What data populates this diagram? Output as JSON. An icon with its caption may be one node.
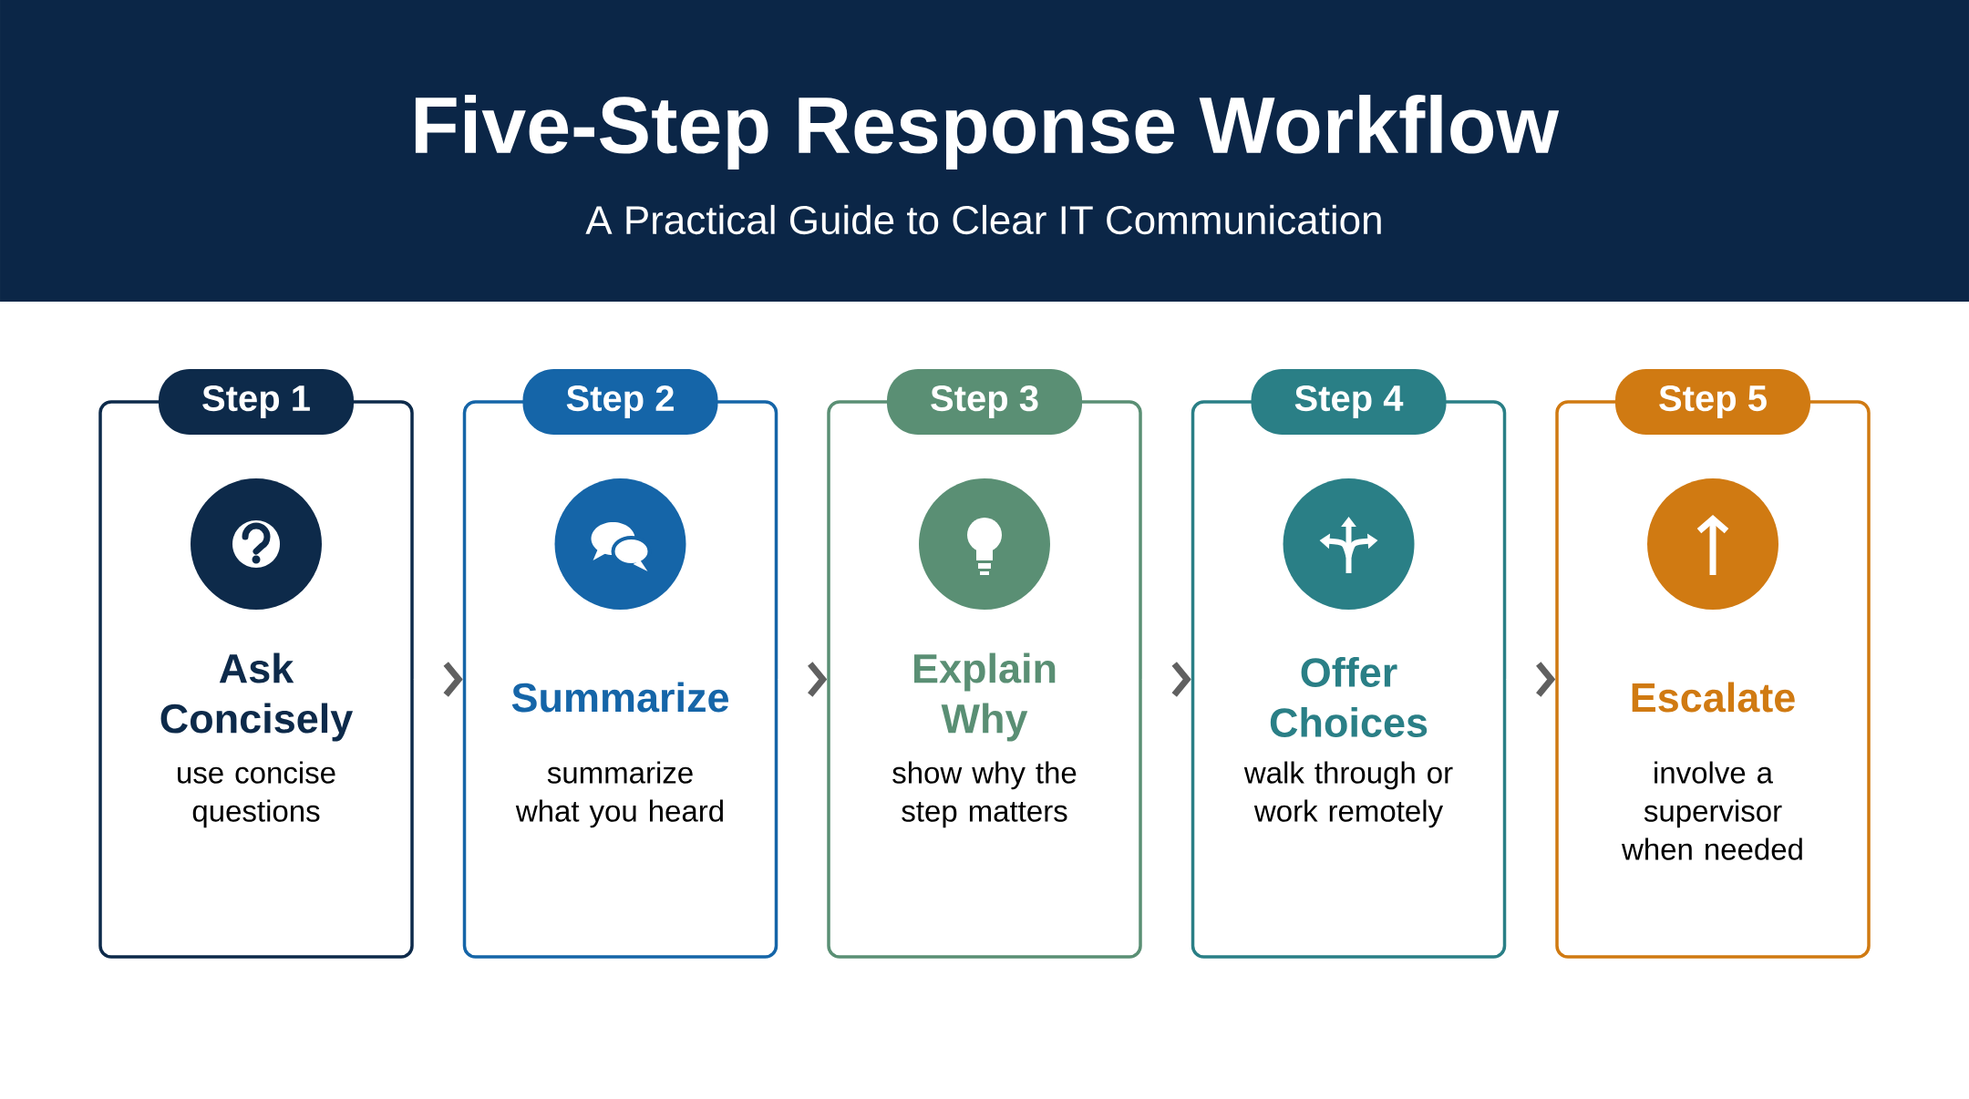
{
  "diagram": {
    "title": "Five-Step Response Workflow",
    "nodes": [
      {
        "text": [
          "Step 1",
          "Ask Concisely",
          "use concise questions"
        ]
      },
      {
        "text": [
          "Step 2",
          "Summarize",
          "summarize what you heard"
        ]
      },
      {
        "text": [
          "Step 3",
          "Explain Why",
          "show why the step matters"
        ]
      },
      {
        "text": [
          "Step 4",
          "Offer Choices",
          "walk through or work remotely"
        ]
      },
      {
        "text": [
          "Step 5",
          "Escalate",
          "involve a supervisor when needed"
        ]
      }
    ],
    "edges": [
      {
        "from": 0,
        "to": 1,
        "arrow": "to"
      },
      {
        "from": 1,
        "to": 2,
        "arrow": "to"
      },
      {
        "from": 2,
        "to": 3,
        "arrow": "to"
      },
      {
        "from": 3,
        "to": 4,
        "arrow": "to"
      }
    ],
    "labels": [
      "A Practical Guide to Clear IT Communication"
    ]
  }
}
